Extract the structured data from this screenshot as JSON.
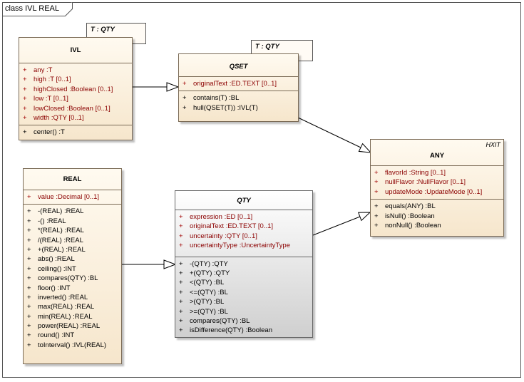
{
  "diagram": {
    "title": "class IVL REAL"
  },
  "classes": {
    "ivl": {
      "name": "IVL",
      "template": "T : QTY",
      "attributes": [
        {
          "vis": "+",
          "text": "any  :T"
        },
        {
          "vis": "+",
          "text": "high  :T [0..1]"
        },
        {
          "vis": "+",
          "text": "highClosed  :Boolean [0..1]"
        },
        {
          "vis": "+",
          "text": "low  :T [0..1]"
        },
        {
          "vis": "+",
          "text": "lowClosed  :Boolean [0..1]"
        },
        {
          "vis": "+",
          "text": "width  :QTY [0..1]"
        }
      ],
      "operations": [
        {
          "vis": "+",
          "text": "center()  :T"
        }
      ]
    },
    "qset": {
      "name": "QSET",
      "template": "T : QTY",
      "attributes": [
        {
          "vis": "+",
          "text": "originalText  :ED.TEXT [0..1]"
        }
      ],
      "operations": [
        {
          "vis": "+",
          "text": "contains(T)  :BL"
        },
        {
          "vis": "+",
          "text": "hull(QSET(T))  :IVL(T)"
        }
      ]
    },
    "any": {
      "name": "ANY",
      "stereotype": "HXIT",
      "attributes": [
        {
          "vis": "+",
          "text": "flavorId  :String [0..1]"
        },
        {
          "vis": "+",
          "text": "nullFlavor  :NullFlavor [0..1]"
        },
        {
          "vis": "+",
          "text": "updateMode  :UpdateMode [0..1]"
        }
      ],
      "operations": [
        {
          "vis": "+",
          "text": "equals(ANY)  :BL"
        },
        {
          "vis": "+",
          "text": "isNull()  :Boolean"
        },
        {
          "vis": "+",
          "text": "nonNull()  :Boolean"
        }
      ]
    },
    "real": {
      "name": "REAL",
      "attributes": [
        {
          "vis": "+",
          "text": "value  :Decimal [0..1]"
        }
      ],
      "operations": [
        {
          "vis": "+",
          "text": "-(REAL)  :REAL"
        },
        {
          "vis": "+",
          "text": "-()  :REAL"
        },
        {
          "vis": "+",
          "text": "*(REAL)  :REAL"
        },
        {
          "vis": "+",
          "text": "/(REAL)  :REAL"
        },
        {
          "vis": "+",
          "text": "+(REAL)  :REAL"
        },
        {
          "vis": "+",
          "text": "abs()  :REAL"
        },
        {
          "vis": "+",
          "text": "ceiling()  :INT"
        },
        {
          "vis": "+",
          "text": "compares(QTY)  :BL"
        },
        {
          "vis": "+",
          "text": "floor()  :INT"
        },
        {
          "vis": "+",
          "text": "inverted()  :REAL"
        },
        {
          "vis": "+",
          "text": "max(REAL)  :REAL"
        },
        {
          "vis": "+",
          "text": "min(REAL)  :REAL"
        },
        {
          "vis": "+",
          "text": "power(REAL)  :REAL"
        },
        {
          "vis": "+",
          "text": "round()  :INT"
        },
        {
          "vis": "+",
          "text": "toInterval()  :IVL(REAL)"
        }
      ]
    },
    "qty": {
      "name": "QTY",
      "attributes": [
        {
          "vis": "+",
          "text": "expression  :ED [0..1]"
        },
        {
          "vis": "+",
          "text": "originalText  :ED.TEXT [0..1]"
        },
        {
          "vis": "+",
          "text": "uncertainty  :QTY [0..1]"
        },
        {
          "vis": "+",
          "text": "uncertaintyType  :UncertaintyType"
        }
      ],
      "operations": [
        {
          "vis": "+",
          "text": "-(QTY)  :QTY"
        },
        {
          "vis": "+",
          "text": "+(QTY)  :QTY"
        },
        {
          "vis": "+",
          "text": "<(QTY)  :BL"
        },
        {
          "vis": "+",
          "text": "<=(QTY)  :BL"
        },
        {
          "vis": "+",
          "text": ">(QTY)  :BL"
        },
        {
          "vis": "+",
          "text": ">=(QTY)  :BL"
        },
        {
          "vis": "+",
          "text": "compares(QTY)  :BL"
        },
        {
          "vis": "+",
          "text": "isDifference(QTY)  :Boolean"
        }
      ]
    }
  },
  "relations": [
    {
      "from": "IVL",
      "to": "QSET",
      "type": "generalization"
    },
    {
      "from": "QSET",
      "to": "ANY",
      "type": "generalization"
    },
    {
      "from": "QTY",
      "to": "ANY",
      "type": "generalization"
    },
    {
      "from": "REAL",
      "to": "QTY",
      "type": "generalization"
    }
  ]
}
